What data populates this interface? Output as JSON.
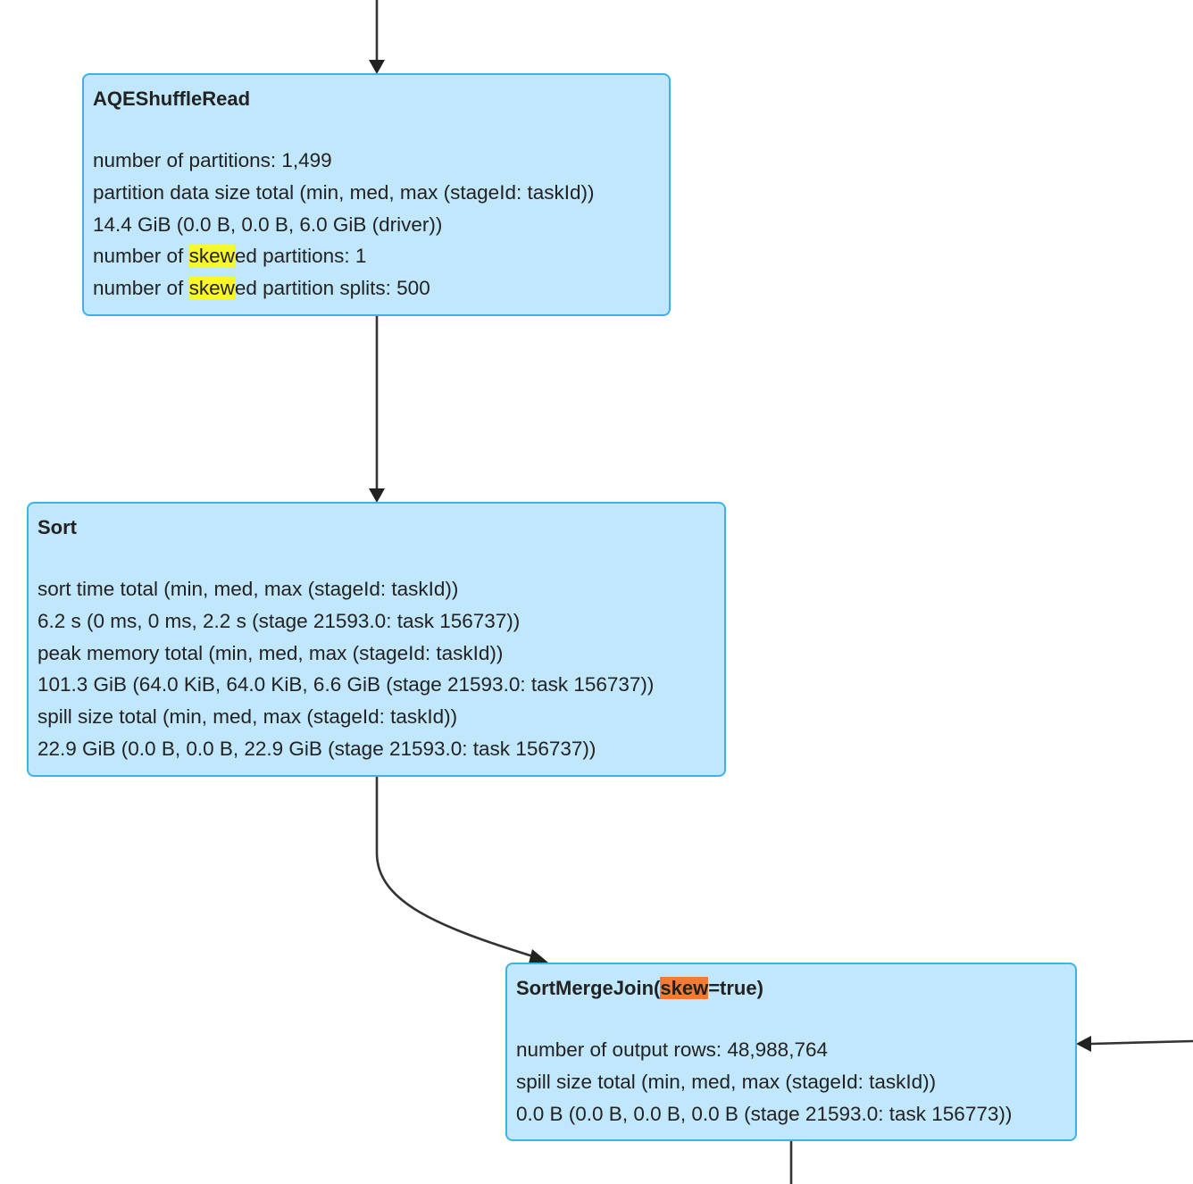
{
  "colors": {
    "node_fill": "#c0e7fc",
    "node_border": "#3fb0e8",
    "edge": "#333333",
    "search_highlight": "#fbf72b",
    "current_match_highlight": "#f17c37"
  },
  "search_term": "skew",
  "nodes": {
    "aqe_shuffle_read": {
      "title": "AQEShuffleRead",
      "metrics": {
        "num_partitions": "number of partitions: 1,499",
        "data_size_label": "partition data size total (min, med, max (stageId: taskId))",
        "data_size_value": "14.4 GiB (0.0 B, 0.0 B, 6.0 GiB (driver))",
        "skewed_partitions": {
          "prefix": "number of ",
          "highlight": "skew",
          "suffix": "ed partitions: 1"
        },
        "skewed_splits": {
          "prefix": "number of ",
          "highlight": "skew",
          "suffix": "ed partition splits: 500"
        }
      }
    },
    "sort": {
      "title": "Sort",
      "metrics": {
        "sort_time_label": "sort time total (min, med, max (stageId: taskId))",
        "sort_time_value": "6.2 s (0 ms, 0 ms, 2.2 s (stage 21593.0: task 156737))",
        "peak_memory_label": "peak memory total (min, med, max (stageId: taskId))",
        "peak_memory_value": "101.3 GiB (64.0 KiB, 64.0 KiB, 6.6 GiB (stage 21593.0: task 156737))",
        "spill_label": "spill size total (min, med, max (stageId: taskId))",
        "spill_value": "22.9 GiB (0.0 B, 0.0 B, 22.9 GiB (stage 21593.0: task 156737))"
      }
    },
    "sort_merge_join": {
      "title": {
        "prefix": "SortMergeJoin(",
        "highlight": "skew",
        "suffix": "=true)"
      },
      "metrics": {
        "output_rows": "number of output rows: 48,988,764",
        "spill_label": "spill size total (min, med, max (stageId: taskId))",
        "spill_value": "0.0 B (0.0 B, 0.0 B, 0.0 B (stage 21593.0: task 156773))"
      }
    }
  }
}
